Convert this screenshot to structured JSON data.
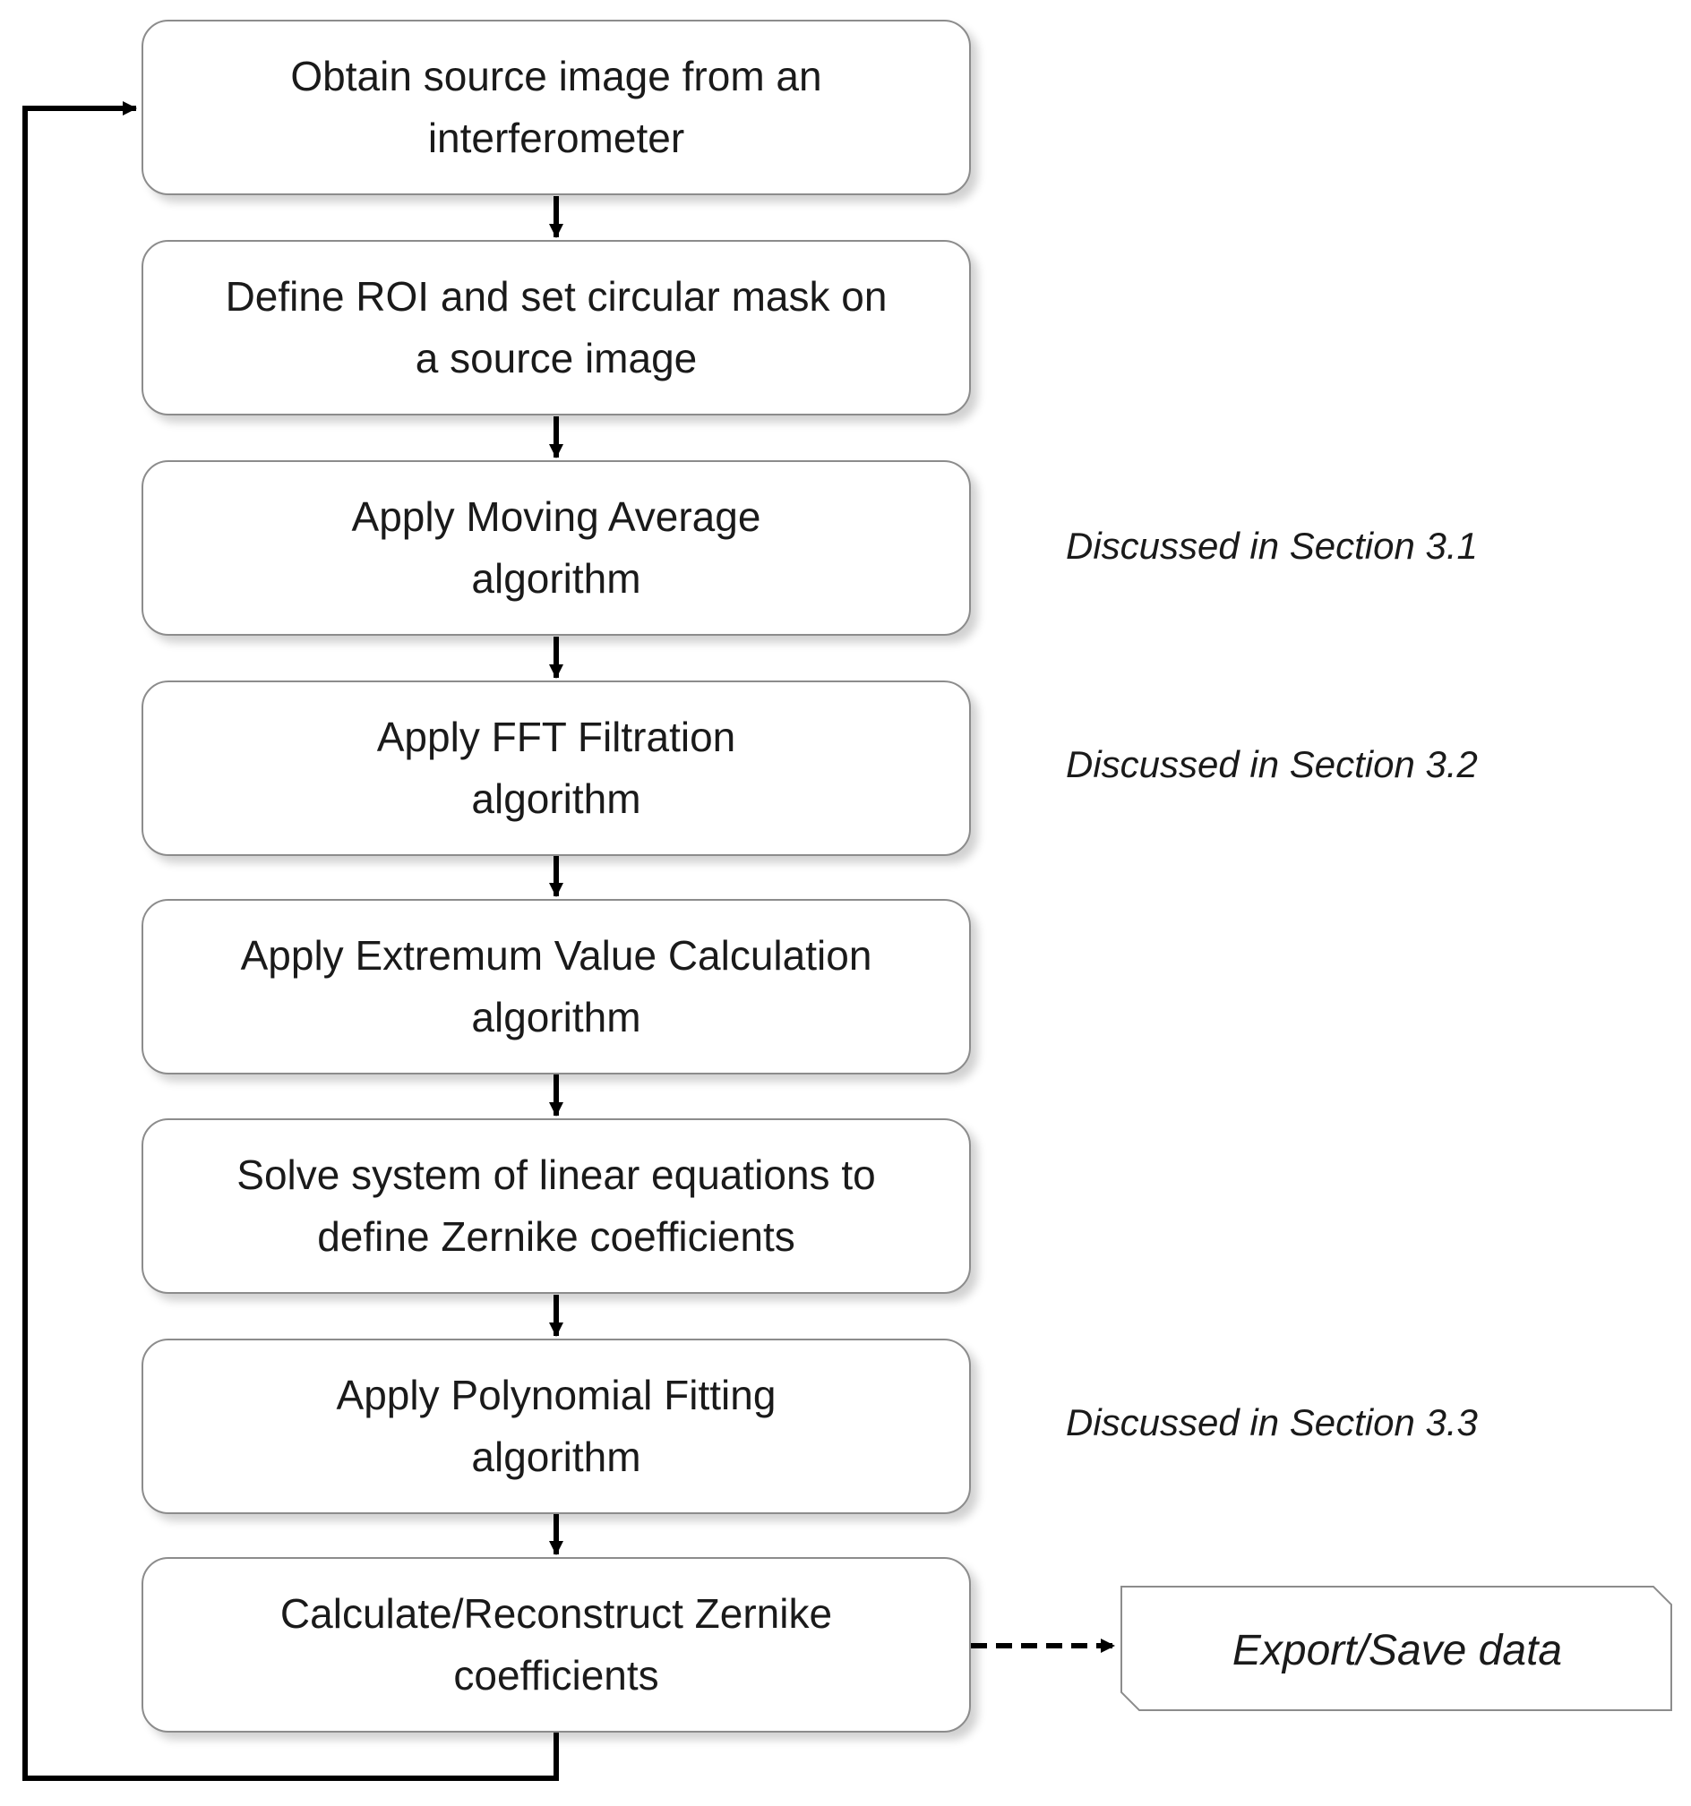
{
  "steps": [
    {
      "line1": "Obtain source image from an",
      "line2": "interferometer"
    },
    {
      "line1": "Define ROI and set circular mask on",
      "line2": "a source image"
    },
    {
      "line1": "Apply Moving Average",
      "line2": "algorithm"
    },
    {
      "line1": "Apply FFT Filtration",
      "line2": "algorithm"
    },
    {
      "line1": "Apply Extremum Value Calculation",
      "line2": "algorithm"
    },
    {
      "line1": "Solve system of linear equations to",
      "line2": "define Zernike coefficients"
    },
    {
      "line1": "Apply Polynomial Fitting",
      "line2": "algorithm"
    },
    {
      "line1": "Calculate/Reconstruct Zernike",
      "line2": "coefficients"
    }
  ],
  "notes": {
    "moving_average": "Discussed in Section 3.1",
    "fft_filtration": "Discussed in Section 3.2",
    "polynomial_fitting": "Discussed in Section 3.3"
  },
  "export": {
    "label": "Export/Save data"
  },
  "colors": {
    "box_border": "#8c8c8c",
    "text": "#1a1a1a",
    "arrow": "#000000",
    "background": "#ffffff"
  }
}
